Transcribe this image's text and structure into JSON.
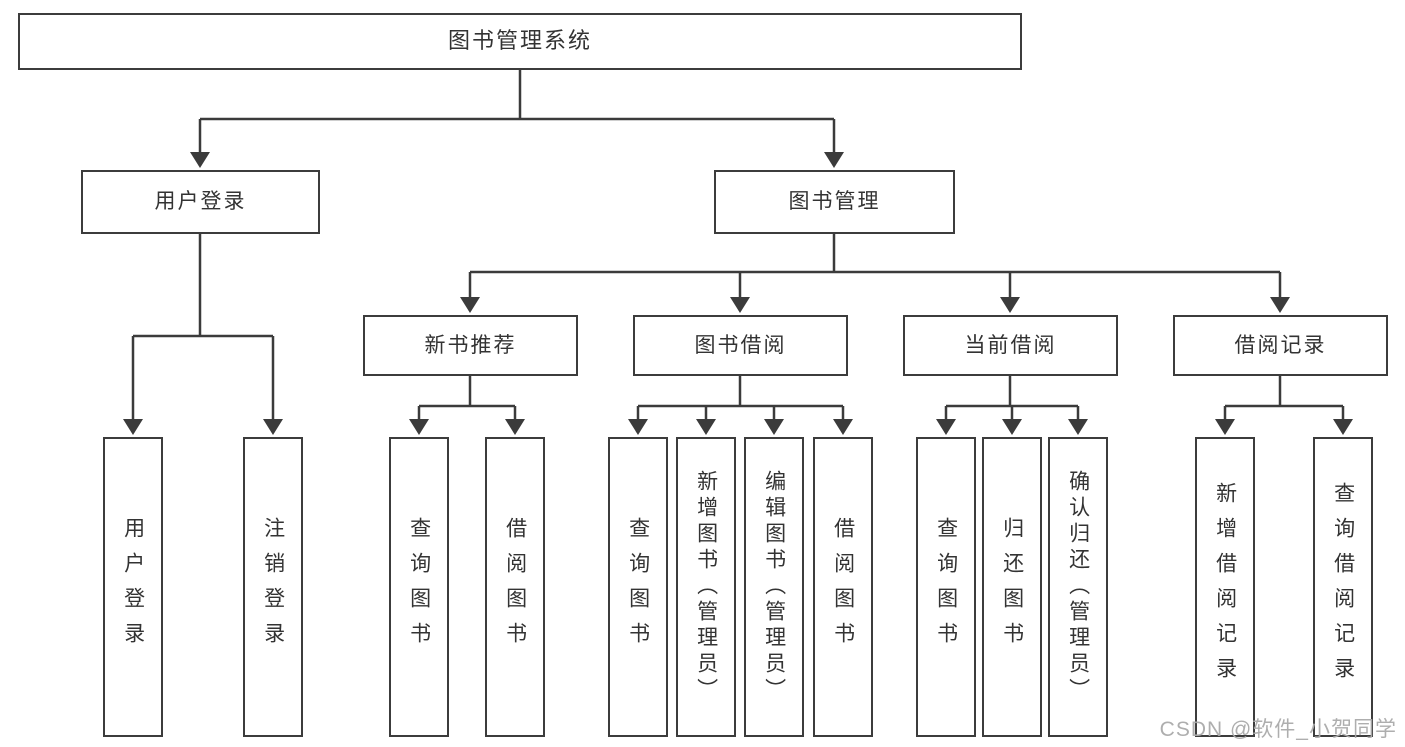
{
  "tree": {
    "root": {
      "label": "图书管理系统"
    },
    "level2": [
      {
        "label": "用户登录"
      },
      {
        "label": "图书管理"
      }
    ],
    "level3": [
      {
        "label": "新书推荐"
      },
      {
        "label": "图书借阅"
      },
      {
        "label": "当前借阅"
      },
      {
        "label": "借阅记录"
      }
    ],
    "leaves": {
      "login": [
        "用户登录",
        "注销登录"
      ],
      "recommend": [
        "查询图书",
        "借阅图书"
      ],
      "borrow": [
        "查询图书",
        "新增图书（管理员）",
        "编辑图书（管理员）",
        "借阅图书"
      ],
      "current": [
        "查询图书",
        "归还图书",
        "确认归还（管理员）"
      ],
      "records": [
        "新增借阅记录",
        "查询借阅记录"
      ]
    }
  },
  "colors": {
    "line": "#3b3b3b",
    "border": "#3c3c3c",
    "text": "#333333",
    "watermark": "#aaaaaa"
  },
  "watermark": {
    "text": "CSDN @软件_小贺同学"
  }
}
